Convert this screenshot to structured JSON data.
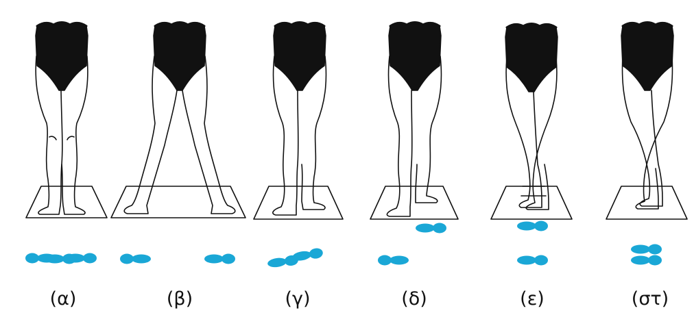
{
  "panels": [
    {
      "id": "a",
      "caption": "(α)"
    },
    {
      "id": "b",
      "caption": "(β)"
    },
    {
      "id": "c",
      "caption": "(γ)"
    },
    {
      "id": "d",
      "caption": "(δ)"
    },
    {
      "id": "e",
      "caption": "(ε)"
    },
    {
      "id": "f",
      "caption": "(στ)"
    }
  ],
  "colors": {
    "outline": "#111111",
    "briefs": "#111111",
    "footprint": "#1aa7d6",
    "background": "#ffffff"
  }
}
